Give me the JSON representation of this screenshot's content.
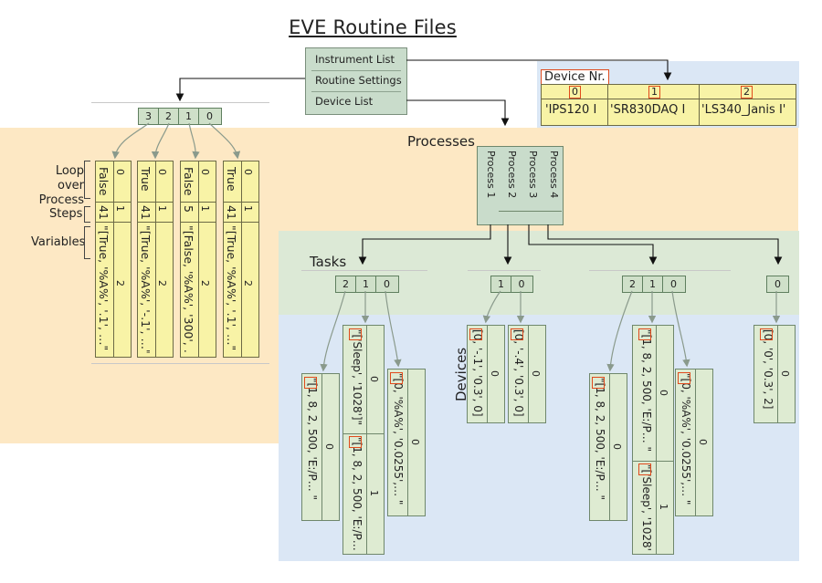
{
  "title": "EVE Routine Files",
  "menu": {
    "items": [
      "Instrument List",
      "Routine Settings",
      "Device List"
    ]
  },
  "device_nr": {
    "label": "Device Nr.",
    "indices": [
      "0",
      "1",
      "2"
    ],
    "values": [
      "'IPS120 I",
      "'SR830DAQ I",
      "'LS340_Janis I'"
    ]
  },
  "loop": {
    "header_indices": [
      "3",
      "2",
      "1",
      "0"
    ],
    "row_labels": [
      "Loop over Process",
      "Steps",
      "Variables"
    ],
    "column_indices": [
      "0",
      "1",
      "2"
    ],
    "columns": [
      {
        "loop": "False",
        "steps": "41",
        "vars": "\"[True, '%A%', '.1', …\""
      },
      {
        "loop": "True",
        "steps": "41",
        "vars": "\"[True, '%A%', '-.1', …\""
      },
      {
        "loop": "False",
        "steps": "5",
        "vars": "\"[False, '%A%', '300', …\""
      },
      {
        "loop": "True",
        "steps": "41",
        "vars": "\"[True, '%A%', '.1', …\""
      }
    ]
  },
  "processes": {
    "label": "Processes",
    "items": [
      "Process 1",
      "Process 2",
      "Process 3",
      "Process 4"
    ]
  },
  "tasks": {
    "label": "Tasks",
    "groups": [
      {
        "indices": [
          "2",
          "1",
          "0"
        ]
      },
      {
        "indices": [
          "1",
          "0"
        ]
      },
      {
        "indices": [
          "2",
          "1",
          "0"
        ]
      },
      {
        "indices": [
          "0"
        ]
      }
    ]
  },
  "devices": {
    "label": "Devices",
    "index0": "0",
    "index1": "1",
    "v_182": "\"[1, 8, 2, 500, 'E:/P… \"",
    "v_sleep": "\"['Sleep', '1028']\"",
    "v_a0255": "\"[0, '%A%', '0.0255',… \"",
    "v_n1": "[0, '-.1', '0.3', 0]",
    "v_n4": "[0, '-.4', '0.3', 0]",
    "v_00": "[0, '0', '0.3', 2]",
    "sleep_single": "['Sleep', '1028']"
  },
  "colors": {
    "orange_band": "#fde8c4",
    "green_band": "#dce9d6",
    "blue_band": "#dbe7f5",
    "yellow_cell": "#f8f3a6",
    "green_cell": "#deebd2",
    "header_green": "#cfe0c9",
    "highlight": "#e04a1c"
  }
}
